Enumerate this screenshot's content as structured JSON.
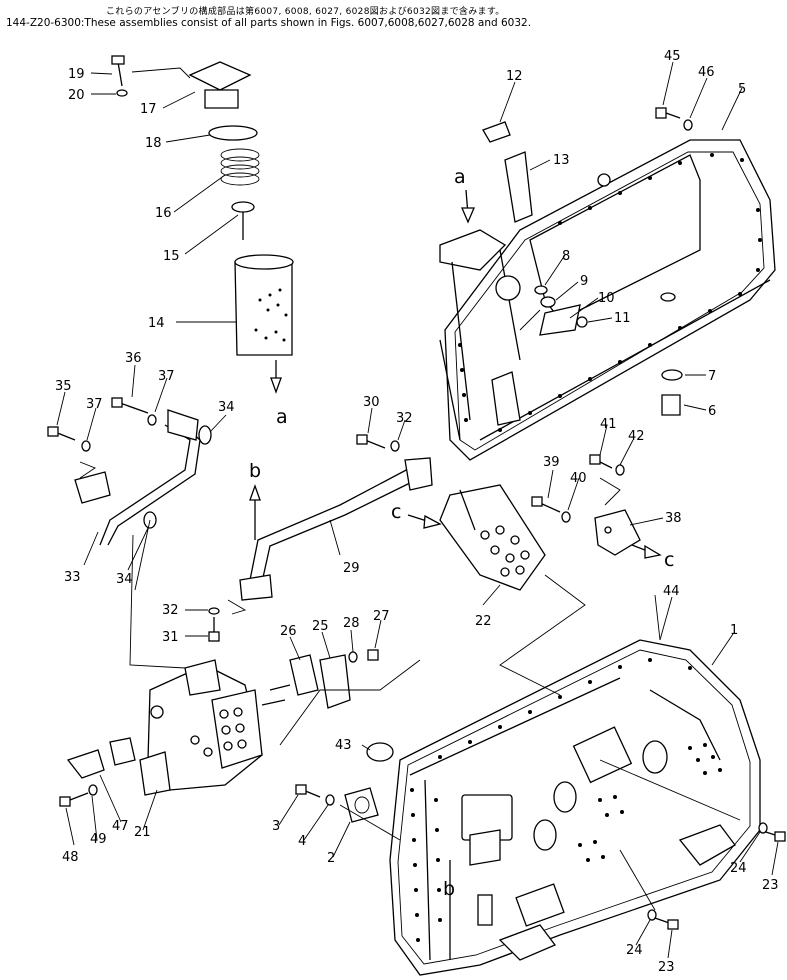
{
  "header": {
    "japanese_note": "これらのアセンブリの構成部品は第6007, 6008, 6027, 6028図および6032図まで含みます。",
    "english_note": "144-Z20-6300:These assemblies consist of all parts shown in Figs. 6007,6008,6027,6028 and 6032."
  },
  "part_labels": {
    "p1": "1",
    "p2": "2",
    "p3": "3",
    "p4": "4",
    "p5": "5",
    "p6": "6",
    "p7": "7",
    "p8": "8",
    "p9": "9",
    "p10": "10",
    "p11": "11",
    "p12": "12",
    "p13": "13",
    "p14": "14",
    "p15": "15",
    "p16": "16",
    "p17": "17",
    "p18": "18",
    "p19": "19",
    "p20": "20",
    "p21": "21",
    "p22": "22",
    "p23a": "23",
    "p23b": "23",
    "p24a": "24",
    "p24b": "24",
    "p25": "25",
    "p26": "26",
    "p27": "27",
    "p28": "28",
    "p29": "29",
    "p30": "30",
    "p31": "31",
    "p32a": "32",
    "p32b": "32",
    "p33": "33",
    "p34a": "34",
    "p34b": "34",
    "p35": "35",
    "p36": "36",
    "p37a": "37",
    "p37b": "37",
    "p38": "38",
    "p39": "39",
    "p40": "40",
    "p41": "41",
    "p42": "42",
    "p43": "43",
    "p44": "44",
    "p45": "45",
    "p46": "46",
    "p47": "47",
    "p48": "48",
    "p49": "49"
  },
  "ref_labels": {
    "a_top": "a",
    "a_bottom": "a",
    "b_top": "b",
    "b_bottom": "b",
    "c_left": "c",
    "c_right": "c"
  }
}
